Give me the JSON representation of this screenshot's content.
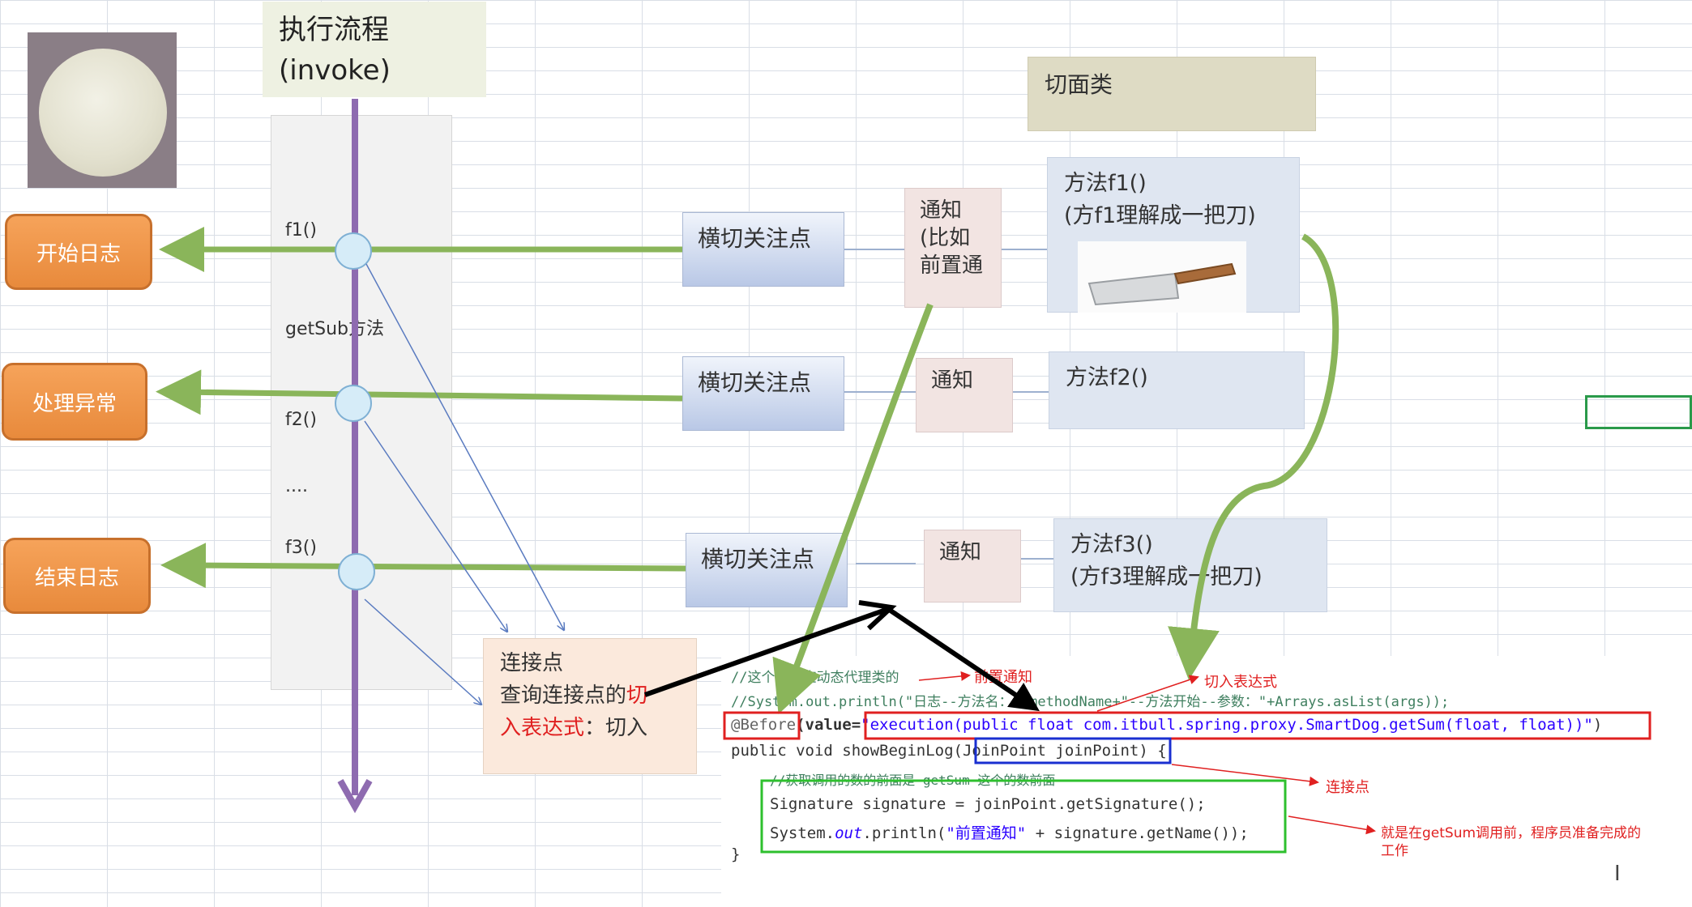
{
  "title": {
    "line1": "执行流程",
    "line2": "(invoke)"
  },
  "log_boxes": [
    {
      "label": "开始日志"
    },
    {
      "label": "处理异常"
    },
    {
      "label": "结束日志"
    }
  ],
  "flow": {
    "f1": "f1()",
    "getsub": "getSub方法",
    "f2": "f2()",
    "dots": "....",
    "f3": "f3()"
  },
  "concern_label": "横切关注点",
  "notices": {
    "n1": {
      "line1": "通知",
      "line2": "(比如",
      "line3": "前置通"
    },
    "n2": "通知",
    "n3": "通知"
  },
  "aspect_class": "切面类",
  "methods": {
    "f1": {
      "line1": "方法f1()",
      "line2": "(方f1理解成一把刀)"
    },
    "f2": "方法f2()",
    "f3": {
      "line1": "方法f3()",
      "line2": "(方f3理解成一把刀)"
    }
  },
  "join_point": {
    "line1": "连接点",
    "line2_a": "查询连接点的",
    "line2_b": "切",
    "line3_a": "入表达式",
    "line3_b": "：切入"
  },
  "code": {
    "comment1": "//这个就对应动态代理类的",
    "comment2": "//System.out.println(\"日志--方法名：\"+methodName+\"--方法开始--参数：\"+Arrays.asList(args));",
    "annotation": "@Before",
    "value_key": "(value=",
    "expression": "\"execution(public float com.itbull.spring.proxy.SmartDog.getSum(float, float))\"",
    "close_paren": ")",
    "sig_prefix": "public void showBeginLog(",
    "param": "JoinPoint joinPoint",
    "sig_suffix": ") {",
    "comment3": "//获取调用的数的前面是 getSum 这个的数前面",
    "line_sig": "Signature signature = joinPoint.getSignature();",
    "line_print_a": "System.",
    "line_print_out": "out",
    "line_print_b": ".println(",
    "line_print_str": "\"前置通知\"",
    "line_print_c": " + signature.getName());",
    "close_brace": "}"
  },
  "annotations": {
    "before_notice": "前置通知",
    "pointcut_expr": "切入表达式",
    "join_point": "连接点",
    "explain_line1": "就是在getSum调用前，程序员准备完成的",
    "explain_line2": "工作"
  },
  "cursor_glyph": "I",
  "colors": {
    "flow_arrow": "#8e6bb0",
    "green_arrow": "#8ab55a",
    "orange_box": "#e88a3c",
    "node_fill": "#d6ecf8",
    "red_highlight": "#e02020",
    "blue_highlight": "#1a2fd0",
    "green_highlight": "#2ec02e"
  }
}
